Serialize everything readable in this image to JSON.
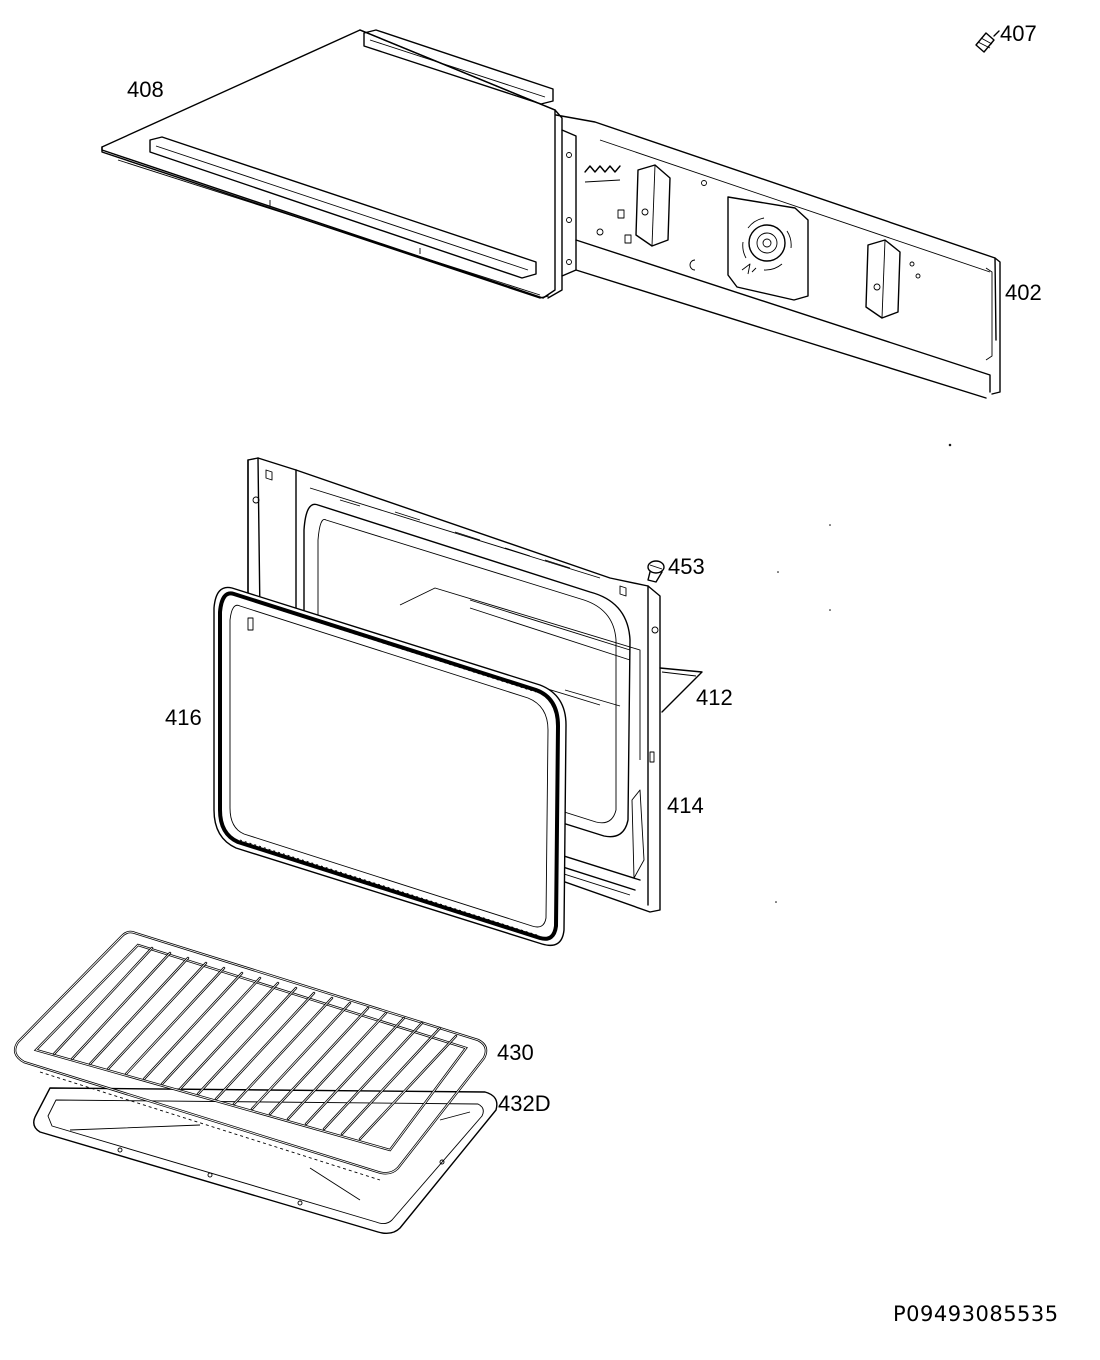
{
  "diagram": {
    "parts": [
      {
        "id": "part-407",
        "label": "407",
        "icon": "screw-icon"
      },
      {
        "id": "part-408",
        "label": "408"
      },
      {
        "id": "part-402",
        "label": "402"
      },
      {
        "id": "part-453",
        "label": "453"
      },
      {
        "id": "part-412",
        "label": "412"
      },
      {
        "id": "part-416",
        "label": "416"
      },
      {
        "id": "part-414",
        "label": "414"
      },
      {
        "id": "part-430",
        "label": "430"
      },
      {
        "id": "part-432D",
        "label": "432D"
      }
    ],
    "drawing_code": "P09493085535"
  }
}
